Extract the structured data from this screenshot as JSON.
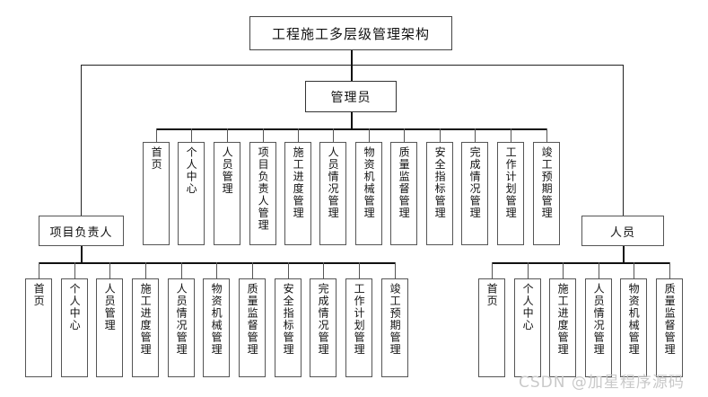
{
  "diagram": {
    "title": "工程施工多层级管理架构",
    "root": {
      "label": "工程施工多层级管理架构"
    },
    "admin": {
      "label": "管理员"
    },
    "admin_children": [
      {
        "label": "首页"
      },
      {
        "label": "个人中心"
      },
      {
        "label": "人员管理"
      },
      {
        "label": "项目负责人管理"
      },
      {
        "label": "施工进度管理"
      },
      {
        "label": "人员情况管理"
      },
      {
        "label": "物资机械管理"
      },
      {
        "label": "质量监督管理"
      },
      {
        "label": "安全指标管理"
      },
      {
        "label": "完成情况管理"
      },
      {
        "label": "工作计划管理"
      },
      {
        "label": "竣工预期管理"
      }
    ],
    "left_branch": {
      "label": "项目负责人"
    },
    "left_branch_children": [
      {
        "label": "首页"
      },
      {
        "label": "个人中心"
      },
      {
        "label": "人员管理"
      },
      {
        "label": "施工进度管理"
      },
      {
        "label": "人员情况管理"
      },
      {
        "label": "物资机械管理"
      },
      {
        "label": "质量监督管理"
      },
      {
        "label": "安全指标管理"
      },
      {
        "label": "完成情况管理"
      },
      {
        "label": "工作计划管理"
      },
      {
        "label": "竣工预期管理"
      }
    ],
    "right_branch": {
      "label": "人员"
    },
    "right_branch_children": [
      {
        "label": "首页"
      },
      {
        "label": "个人中心"
      },
      {
        "label": "施工进度管理"
      },
      {
        "label": "人员情况管理"
      },
      {
        "label": "物资机械管理"
      },
      {
        "label": "质量监督管理"
      }
    ],
    "watermark": "CSDN @加星程序源码",
    "colors": {
      "background": "#ffffff",
      "box_border": "#555555",
      "line": "#222222",
      "text": "#111111",
      "watermark": "#c9c9c9"
    }
  }
}
